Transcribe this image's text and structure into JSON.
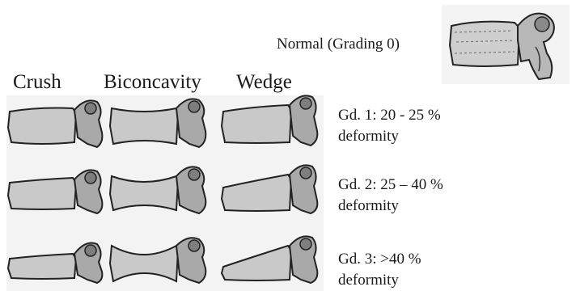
{
  "normal": {
    "label": "Normal (Grading 0)"
  },
  "columns": [
    "Crush",
    "Biconcavity",
    "Wedge"
  ],
  "grades": [
    {
      "line1": "Gd. 1: 20 - 25 %",
      "line2": "deformity"
    },
    {
      "line1": "Gd. 2: 25 – 40 %",
      "line2": "deformity"
    },
    {
      "line1": "Gd. 3: >40 %",
      "line2": "deformity"
    }
  ]
}
